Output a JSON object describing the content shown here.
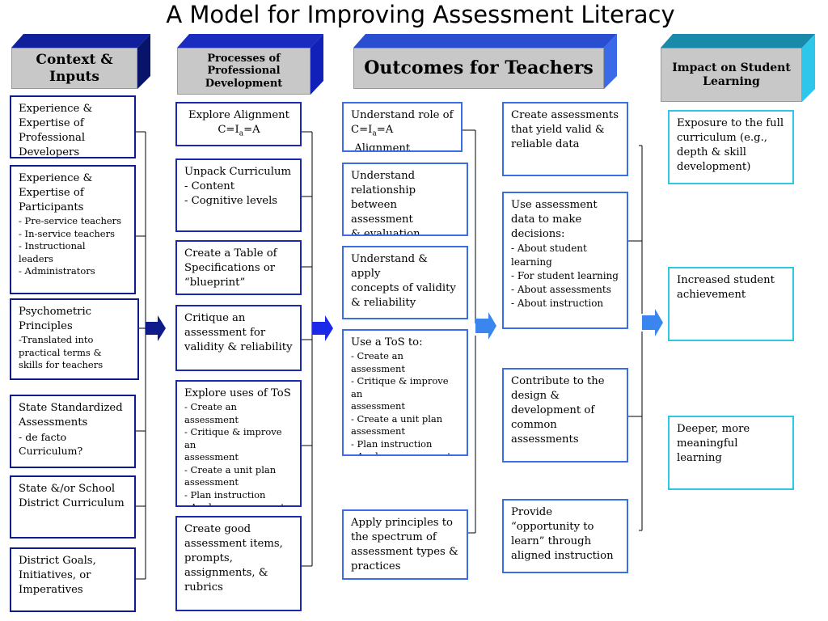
{
  "title": "A Model for Improving Assessment Literacy",
  "colors": {
    "col1_border": "#0d1c8a",
    "col2_border": "#1a2ab0",
    "col3_border": "#3a6ee6",
    "col4_border": "#2fc6ec",
    "header_face": "#c8c8c8"
  },
  "headers": {
    "context": "Context &\nInputs",
    "processes": "Processes of\nProfessional\nDevelopment",
    "outcomes": "Outcomes for Teachers",
    "impact": "Impact on Student\nLearning"
  },
  "context_inputs": [
    {
      "main": "Experience &\nExpertise of\nProfessional\nDevelopers",
      "sub": ""
    },
    {
      "main": "Experience &\nExpertise of\nParticipants",
      "sub": "- Pre-service teachers\n- In-service teachers\n- Instructional\nleaders\n- Administrators"
    },
    {
      "main": "Psychometric\nPrinciples",
      "sub": "-Translated into\npractical terms &\nskills for teachers"
    },
    {
      "main": "State Standardized\nAssessments",
      "sub": "- de facto\nCurriculum?"
    },
    {
      "main": "State &/or School\nDistrict Curriculum",
      "sub": ""
    },
    {
      "main": "District Goals,\nInitiatives, or\nImperatives",
      "sub": ""
    }
  ],
  "processes": [
    {
      "main": "Explore Alignment",
      "formula": {
        "c": "C=I",
        "sub": "a",
        "a": "=A"
      },
      "sub": ""
    },
    {
      "main": "Unpack Curriculum\n- Content\n- Cognitive levels",
      "sub": ""
    },
    {
      "main": "Create a Table of\nSpecifications or\n“blueprint”",
      "sub": ""
    },
    {
      "main": "Critique an\nassessment for\nvalidity & reliability",
      "sub": ""
    },
    {
      "main": "Explore uses of ToS",
      "sub": "- Create an assessment\n- Critique & improve an\nassessment\n- Create a unit plan\nassessment\n- Plan instruction\n- Analyze assessment\nresults"
    },
    {
      "main": "Create good\nassessment items,\nprompts,\nassignments, &\nrubrics",
      "sub": ""
    }
  ],
  "outcomes_left": [
    {
      "main": "Understand role of",
      "formula": {
        "c": "C=I",
        "sub": "a",
        "a": "=A"
      },
      "tail": " Alignment",
      "sub": ""
    },
    {
      "main": "Understand\nrelationship\nbetween assessment\n& evaluation",
      "sub": ""
    },
    {
      "main": "Understand & apply\nconcepts of validity\n& reliability",
      "sub": ""
    },
    {
      "main": "Use a ToS to:",
      "sub": "- Create an assessment\n- Critique & improve an\nassessment\n- Create a unit plan\nassessment\n- Plan instruction\n- Analyze assessment\nresults"
    },
    {
      "main": "Apply principles to\nthe spectrum of\nassessment types &\npractices",
      "sub": ""
    }
  ],
  "outcomes_right": [
    {
      "main": "Create assessments\nthat yield valid &\nreliable data",
      "sub": ""
    },
    {
      "main": "Use assessment\ndata to make\ndecisions:",
      "sub": "- About student\nlearning\n- For student learning\n- About assessments\n- About instruction"
    },
    {
      "main": "Contribute to the\ndesign &\ndevelopment of\ncommon\nassessments",
      "sub": ""
    },
    {
      "main": "Provide\n“opportunity to\nlearn” through\naligned instruction",
      "sub": ""
    }
  ],
  "impact": [
    {
      "main": "Exposure to the full\ncurriculum (e.g.,\ndepth & skill\ndevelopment)",
      "sub": ""
    },
    {
      "main": "Increased student\nachievement",
      "sub": ""
    },
    {
      "main": "Deeper, more\nmeaningful\nlearning",
      "sub": ""
    }
  ]
}
